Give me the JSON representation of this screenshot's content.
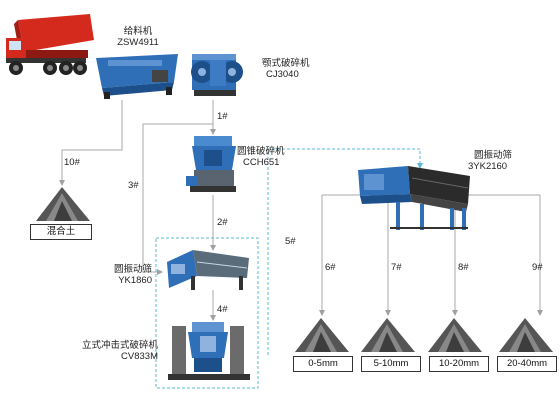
{
  "machines": {
    "feeder": {
      "name": "给料机",
      "model": "ZSW4911"
    },
    "jaw_crusher": {
      "name": "颚式破碎机",
      "model": "CJ3040"
    },
    "cone_crusher": {
      "name": "圆锥破碎机",
      "model": "CCH651"
    },
    "screen_large": {
      "name": "圆振动筛",
      "model": "3YK2160"
    },
    "screen_small": {
      "name": "圆振动筛",
      "model": "YK1860"
    },
    "vsi_crusher": {
      "name": "立式冲击式破碎机",
      "model": "CV833M"
    }
  },
  "flows": {
    "f1": "1#",
    "f2": "2#",
    "f3": "3#",
    "f4": "4#",
    "f5": "5#",
    "f6": "6#",
    "f7": "7#",
    "f8": "8#",
    "f9": "9#",
    "f10": "10#"
  },
  "products": {
    "mixed": "混合土",
    "p1": "0-5mm",
    "p2": "5-10mm",
    "p3": "10-20mm",
    "p4": "20-40mm"
  },
  "colors": {
    "machine_blue": "#2e6fb8",
    "truck_red": "#d42a1e",
    "flow_line": "#a9a9a9",
    "dashed_outline": "#5bb8d6"
  }
}
